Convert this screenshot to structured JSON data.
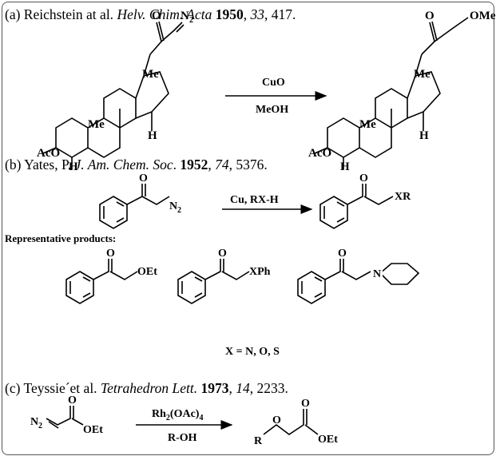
{
  "ref_a": {
    "prefix": "(a) Reichstein at al. ",
    "journal": "Helv. Chim. Acta",
    "year": "1950",
    ", ": ", ",
    "volume": "33",
    "pages": ", 417."
  },
  "ref_b": {
    "prefix": "(b) Yates, P. ",
    "journal": "J. Am. Chem. Soc",
    "dot": ". ",
    "year": "1952",
    "volume": "74",
    "pages": ", 5376."
  },
  "ref_c": {
    "prefix": "(c) Teyssie´et al. ",
    "journal": "Tetrahedron Lett.",
    "year": "1973",
    "volume": "14",
    "pages": ", 2233."
  },
  "rxn_a": {
    "reagent_top": "CuO",
    "reagent_bottom": "MeOH",
    "N2": "N",
    "sub2": "2",
    "O": "O",
    "Me": "Me",
    "H": "H",
    "AcO": "AcO",
    "OMe": "OMe"
  },
  "rxn_b": {
    "reagent": "Cu, RX-H",
    "O": "O",
    "N2": "N",
    "sub2": "2",
    "XR": "XR"
  },
  "rep_label": "Representative products:",
  "products": {
    "OEt": "OEt",
    "XPh": "XPh",
    "N": "N",
    "O": "O",
    "X_note": "X = N, O, S"
  },
  "rxn_c": {
    "reagent_top": "Rh",
    "top_sub1": "2",
    "top_mid": "(OAc)",
    "top_sub2": "4",
    "reagent_bottom": "R-OH",
    "N2": "N",
    "sub2": "2",
    "O": "O",
    "OEt": "OEt",
    "R": "R"
  }
}
